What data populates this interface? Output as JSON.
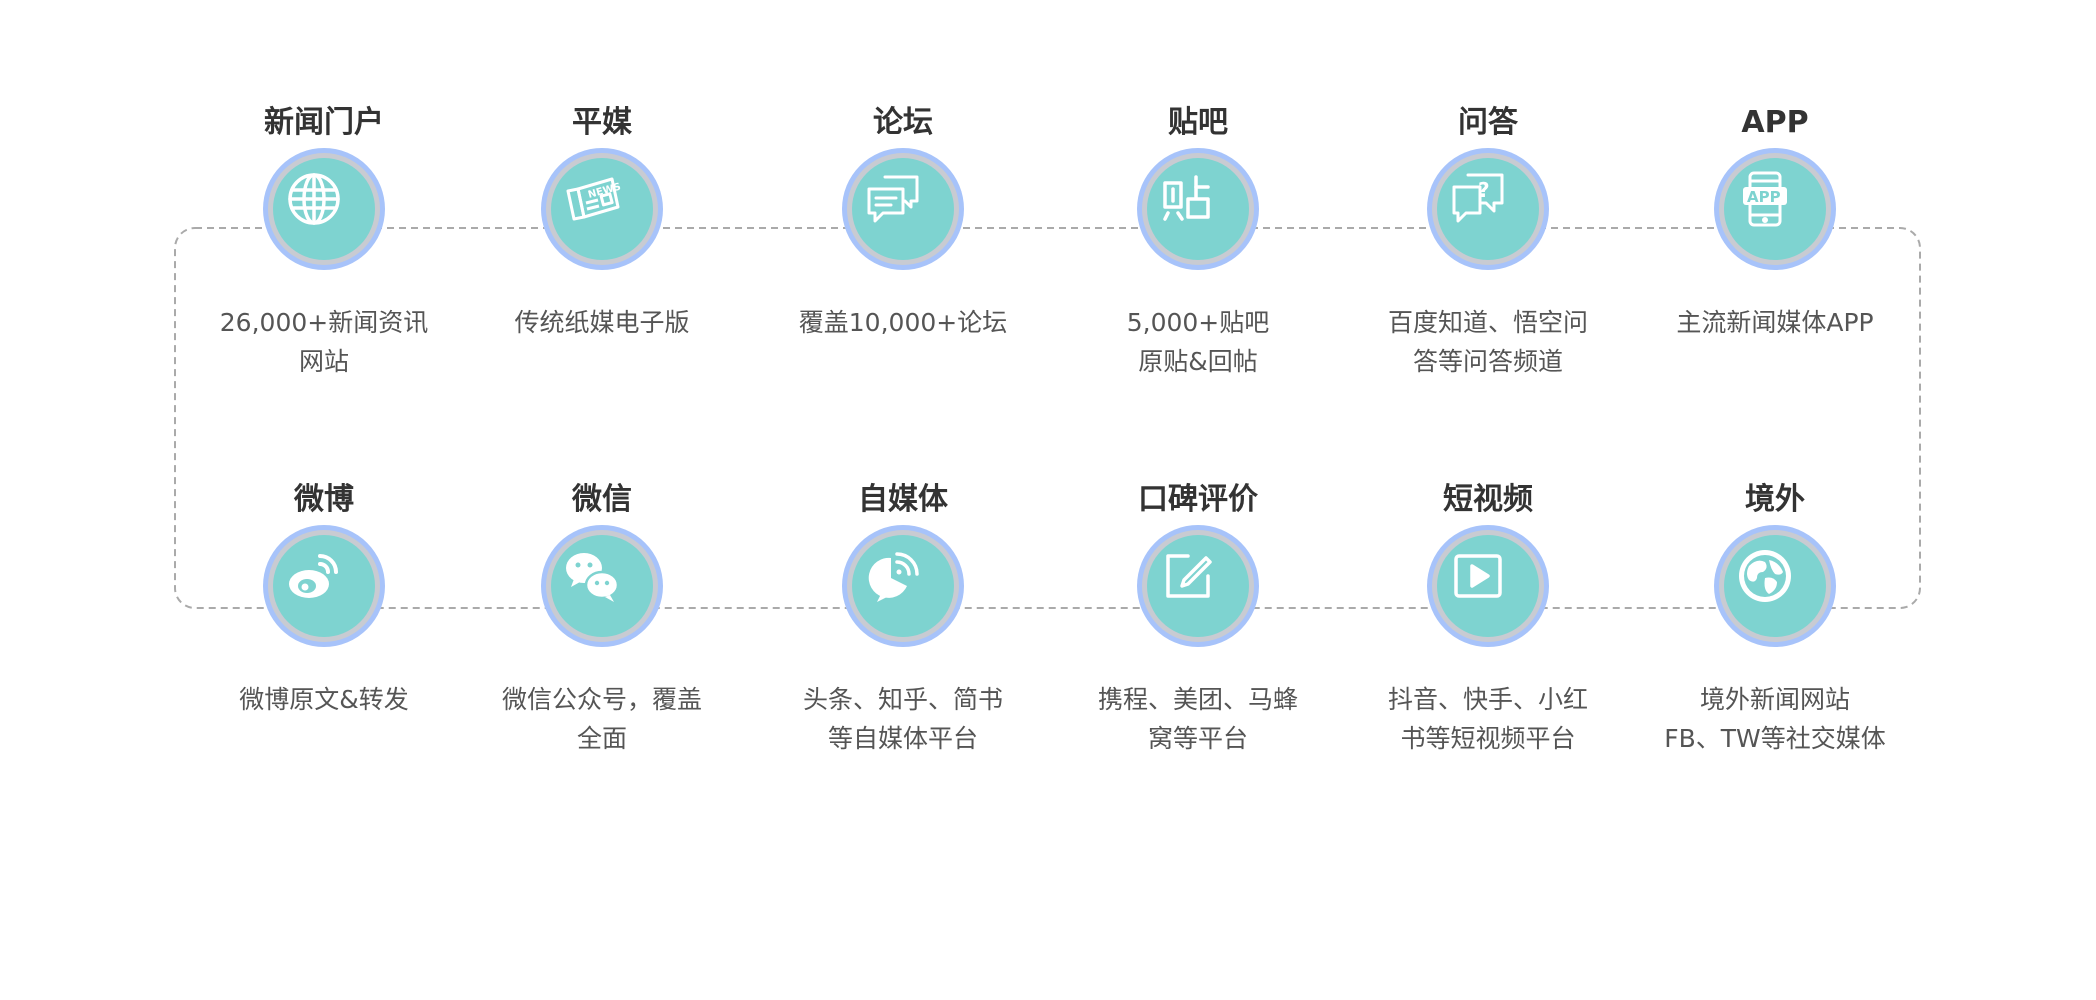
{
  "diagram": {
    "top_row": [
      {
        "title": "新闻门户",
        "icon": "globe-icon",
        "desc": [
          "26,000+新闻资讯",
          "网站"
        ]
      },
      {
        "title": "平媒",
        "icon": "newspaper-icon",
        "desc": [
          "传统纸媒电子版"
        ]
      },
      {
        "title": "论坛",
        "icon": "chat-bubbles-icon",
        "desc": [
          "覆盖10,000+论坛"
        ]
      },
      {
        "title": "贴吧",
        "icon": "tieba-icon",
        "desc": [
          "5,000+贴吧",
          "原贴&回帖"
        ]
      },
      {
        "title": "问答",
        "icon": "question-bubbles-icon",
        "desc": [
          "百度知道、悟空问",
          "答等问答频道"
        ]
      },
      {
        "title": "APP",
        "icon": "app-phone-icon",
        "desc": [
          "主流新闻媒体APP"
        ]
      }
    ],
    "bottom_row": [
      {
        "title": "微博",
        "icon": "weibo-icon",
        "desc": [
          "微博原文&转发"
        ]
      },
      {
        "title": "微信",
        "icon": "wechat-icon",
        "desc": [
          "微信公众号，覆盖",
          "全面"
        ]
      },
      {
        "title": "自媒体",
        "icon": "we-media-icon",
        "desc": [
          "头条、知乎、简书",
          "等自媒体平台"
        ]
      },
      {
        "title": "口碑评价",
        "icon": "edit-review-icon",
        "desc": [
          "携程、美团、马蜂",
          "窝等平台"
        ]
      },
      {
        "title": "短视频",
        "icon": "play-video-icon",
        "desc": [
          "抖音、快手、小红",
          "书等短视频平台"
        ]
      },
      {
        "title": "境外",
        "icon": "earth-icon",
        "desc": [
          "境外新闻网站",
          "FB、TW等社交媒体"
        ]
      }
    ],
    "colors": {
      "icon_face": "#7ed3d0",
      "icon_ring_outer": "#a7c3fa",
      "icon_ring_inner": "#c8cbd2",
      "connector": "#aaaaaa",
      "title_text": "#333333",
      "desc_text": "#555555"
    }
  }
}
